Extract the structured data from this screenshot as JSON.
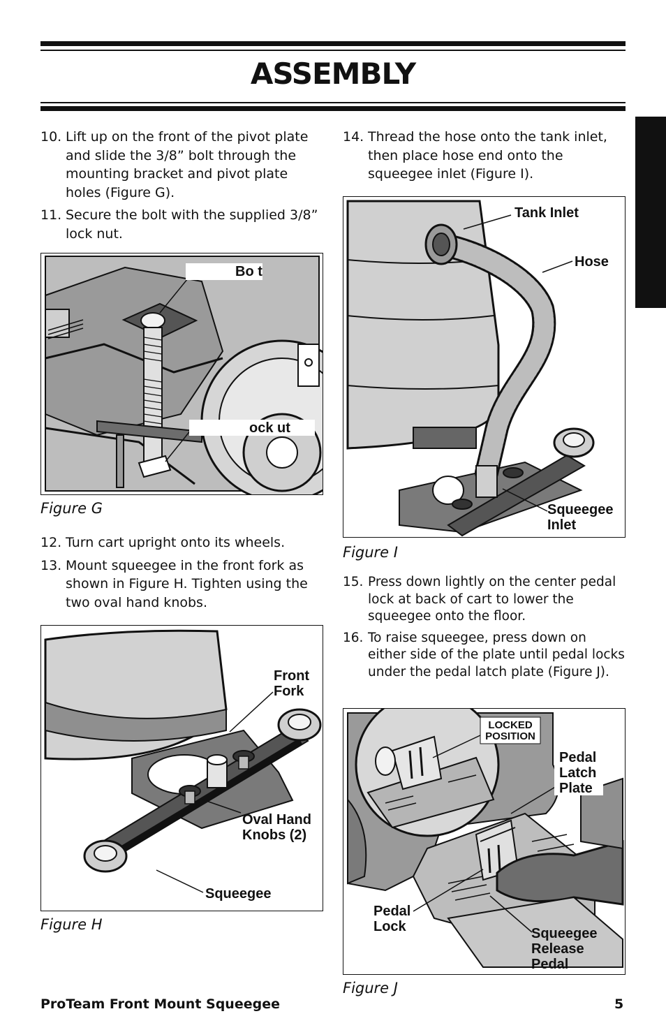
{
  "header": {
    "title": "ASSEMBLY"
  },
  "left_column": {
    "steps_a": [
      {
        "num": "10.",
        "text": "Lift up on the front of the pivot plate and slide the 3/8” bolt through the mounting bracket and pivot plate holes (Figure G)."
      },
      {
        "num": "11.",
        "text": "Secure the bolt with the supplied 3/8” lock nut."
      }
    ],
    "figure_g": {
      "caption": "Figure G",
      "label_bolt": "Bo  t",
      "label_locknut": "ock   ut"
    },
    "steps_b": [
      {
        "num": "12.",
        "text": "Turn cart upright onto its wheels."
      },
      {
        "num": "13.",
        "text": "Mount squeegee in the front fork as shown in Figure H. Tighten using the two oval hand knobs."
      }
    ],
    "figure_h": {
      "caption": "Figure H",
      "label_front": "Front",
      "label_fork": "Fork",
      "label_oval": "Oval Hand",
      "label_knobs": "Knobs (2)",
      "label_squeegee": "Squeegee"
    }
  },
  "right_column": {
    "steps_a": [
      {
        "num": "14.",
        "text": "Thread the hose onto the tank inlet, then place hose end onto the squeegee inlet (Figure I)."
      }
    ],
    "figure_i": {
      "caption": "Figure I",
      "label_tank_inlet": "Tank Inlet",
      "label_hose": "Hose",
      "label_squeegee": "Squeegee",
      "label_inlet": "Inlet"
    },
    "steps_b": [
      {
        "num": "15.",
        "text": "Press down lightly on the center pedal lock at back of cart to lower the squeegee onto the floor."
      },
      {
        "num": "16.",
        "text": "To raise squeegee, press down on either side of the plate until pedal locks under the pedal latch plate (Figure J)."
      }
    ],
    "figure_j": {
      "caption": "Figure J",
      "label_locked": "LOCKED",
      "label_position": "POSITION",
      "label_pedal": "Pedal",
      "label_latch": "Latch",
      "label_plate": "Plate",
      "label_pedal2": "Pedal",
      "label_lock": "Lock",
      "label_squeegee": "Squeegee",
      "label_release": "Release",
      "label_pedal3": "Pedal"
    }
  },
  "footer": {
    "product": "ProTeam Front Mount Squeegee",
    "page_number": "5"
  }
}
